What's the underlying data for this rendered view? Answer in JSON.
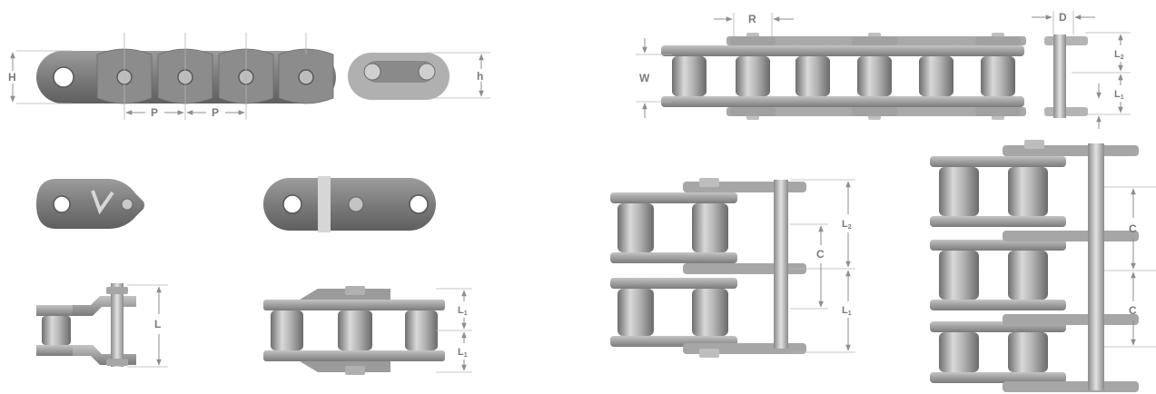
{
  "labels": {
    "H": "H",
    "h": "h",
    "P": "P",
    "R": "R",
    "D": "D",
    "W": "W",
    "L": "L",
    "L1": "L",
    "L1_sub": "1",
    "L2": "L",
    "L2_sub": "2",
    "C": "C"
  },
  "colors": {
    "plate": "#7f7f7f",
    "plate_light": "#a9a9a9",
    "roller": "#9a9a9a",
    "roller_light": "#d4d4d4",
    "pin": "#b8b8b8",
    "dimension": "#8e8e8e"
  }
}
